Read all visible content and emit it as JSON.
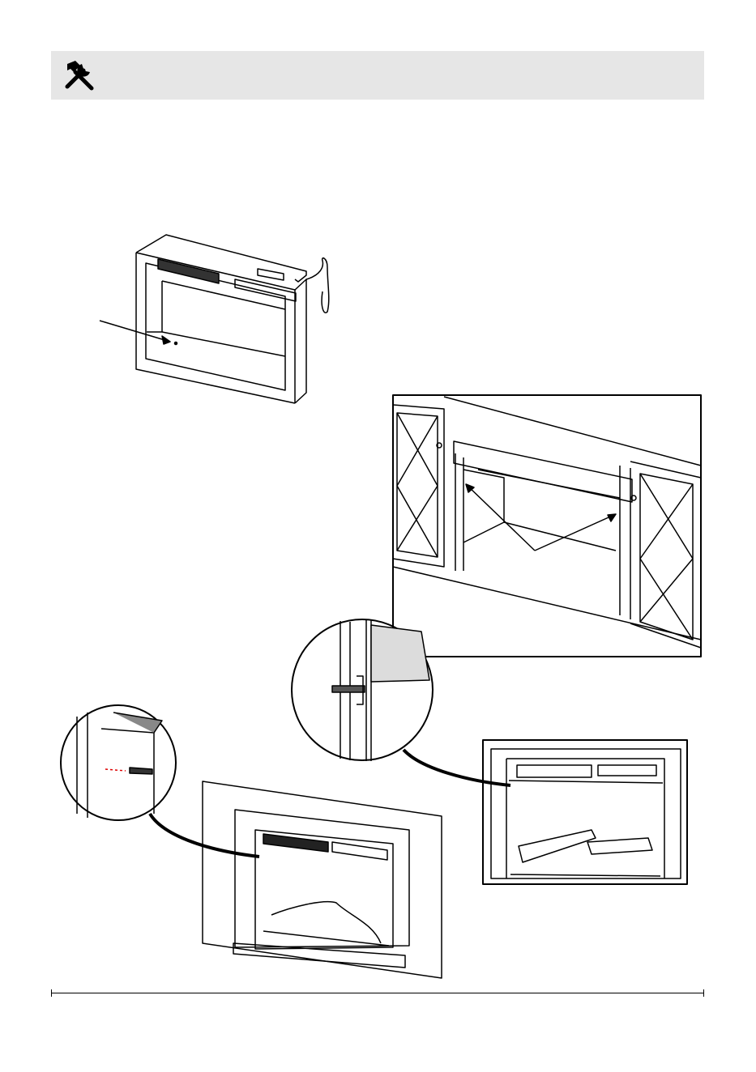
{
  "header": {
    "icon": "hammer-wrench-icon",
    "background_color": "#e6e6e6"
  },
  "illustrations": [
    "fireplace-insert-with-power-cord",
    "tv-stand-cabinet-opening",
    "bracket-detail-callout",
    "screw-detail-callout",
    "insert-installed-in-surround",
    "insert-installed-in-cabinet"
  ]
}
